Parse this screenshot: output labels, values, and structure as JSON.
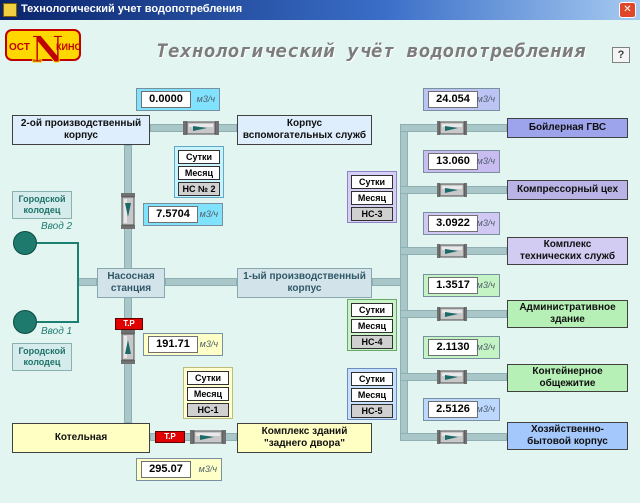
{
  "window": {
    "title": "Технологический учет водопотребления",
    "close_glyph": "✕"
  },
  "logo": {
    "left": "ОСТ",
    "center": "N",
    "right": "КИНО"
  },
  "header": {
    "title": "Технологический учёт водопотребления",
    "help": "?"
  },
  "units": {
    "flow": "м3/ч"
  },
  "tr_label": "Т.Р",
  "nodes": {
    "prod2": "2-ой производственный корпус",
    "aux": "Корпус вспомогательных служб",
    "well_top": "Городской колодец",
    "well_bottom": "Городской колодец",
    "input2": "Ввод 2",
    "input1": "Ввод 1",
    "pump": "Насосная станция",
    "prod1": "1-ый производственный корпус",
    "boiler": "Котельная",
    "backyard": "Комплекс зданий \"заднего двора\"",
    "boiler_hw": "Бойлерная ГВС",
    "compressor": "Компрессорный цех",
    "tech": "Комплекс технических служб",
    "admin": "Административное здание",
    "container": "Контейнерное общежитие",
    "household": "Хозяйственно-бытовой корпус"
  },
  "meters": {
    "aux": "0.0000",
    "intake": "7.5704",
    "boiler_in": "191.71",
    "backyard": "295.07",
    "boiler_hw": "24.054",
    "compressor": "13.060",
    "tech": "3.0922",
    "admin": "1.3517",
    "container": "2.1130",
    "household": "2.5126"
  },
  "button_groups": {
    "ns2": {
      "day": "Сутки",
      "month": "Месяц",
      "station": "НС № 2"
    },
    "ns3": {
      "day": "Сутки",
      "month": "Месяц",
      "station": "НС-3"
    },
    "ns4": {
      "day": "Сутки",
      "month": "Месяц",
      "station": "НС-4"
    },
    "ns5": {
      "day": "Сутки",
      "month": "Месяц",
      "station": "НС-5"
    },
    "ns1": {
      "day": "Сутки",
      "month": "Месяц",
      "station": "НС-1"
    }
  },
  "colors": {
    "background": "#e2f5f1",
    "pipe": "#a9c6c8",
    "inlet": "#1f7a6e",
    "tr_alarm": "#e00000",
    "meter_cyan": "#80e2fc",
    "meter_yellow": "#ffffc8"
  }
}
